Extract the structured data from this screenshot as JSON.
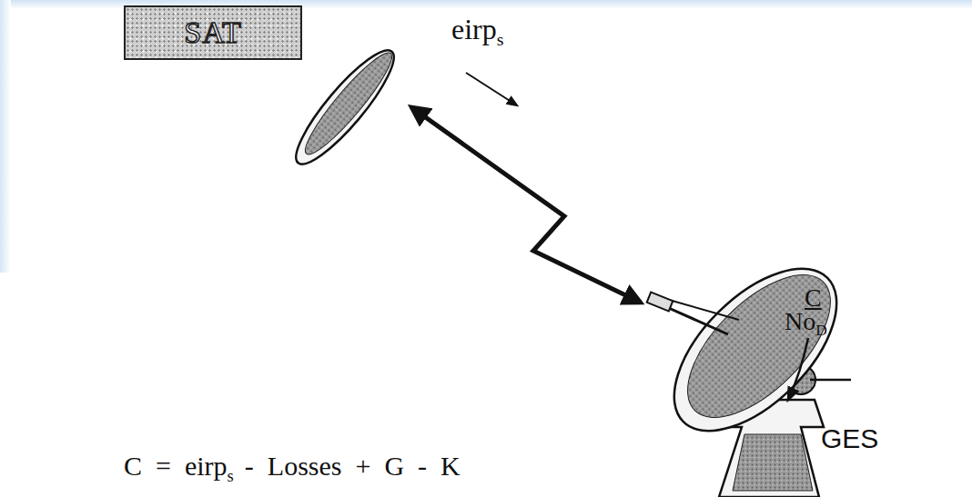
{
  "diagram": {
    "nodes": [
      {
        "text": [
          "SAT"
        ]
      }
    ],
    "labels": [
      "eirp",
      "s",
      "C",
      "No",
      "D",
      "GES",
      "C  =  eirp",
      "s",
      "-  Losses  +  G  -  K"
    ]
  }
}
